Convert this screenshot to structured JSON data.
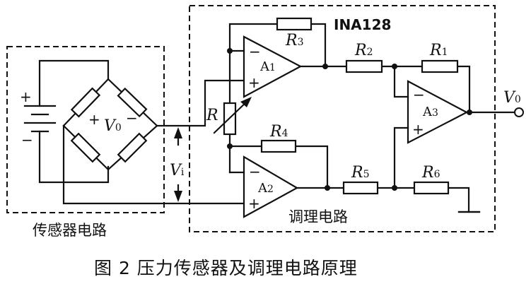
{
  "chip_label": "INA128",
  "sensor_circuit_label": "传感器电路",
  "conditioning_circuit_label": "调理电路",
  "caption": "图 2  压力传感器及调理电路原理",
  "output_label": {
    "main": "V",
    "sub": "0"
  },
  "bridge_output_label": {
    "main": "V",
    "sub": "0"
  },
  "input_voltage_label": {
    "main": "V",
    "sub": "i"
  },
  "gain_resistor_label": "R",
  "resistors": [
    {
      "main": "R",
      "sub": "3"
    },
    {
      "main": "R",
      "sub": "2"
    },
    {
      "main": "R",
      "sub": "1"
    },
    {
      "main": "R",
      "sub": "4"
    },
    {
      "main": "R",
      "sub": "5"
    },
    {
      "main": "R",
      "sub": "6"
    }
  ],
  "opamps": [
    {
      "main": "A",
      "sub": "1"
    },
    {
      "main": "A",
      "sub": "2"
    },
    {
      "main": "A",
      "sub": "3"
    }
  ],
  "signs": {
    "plus": "+",
    "minus": "−"
  }
}
